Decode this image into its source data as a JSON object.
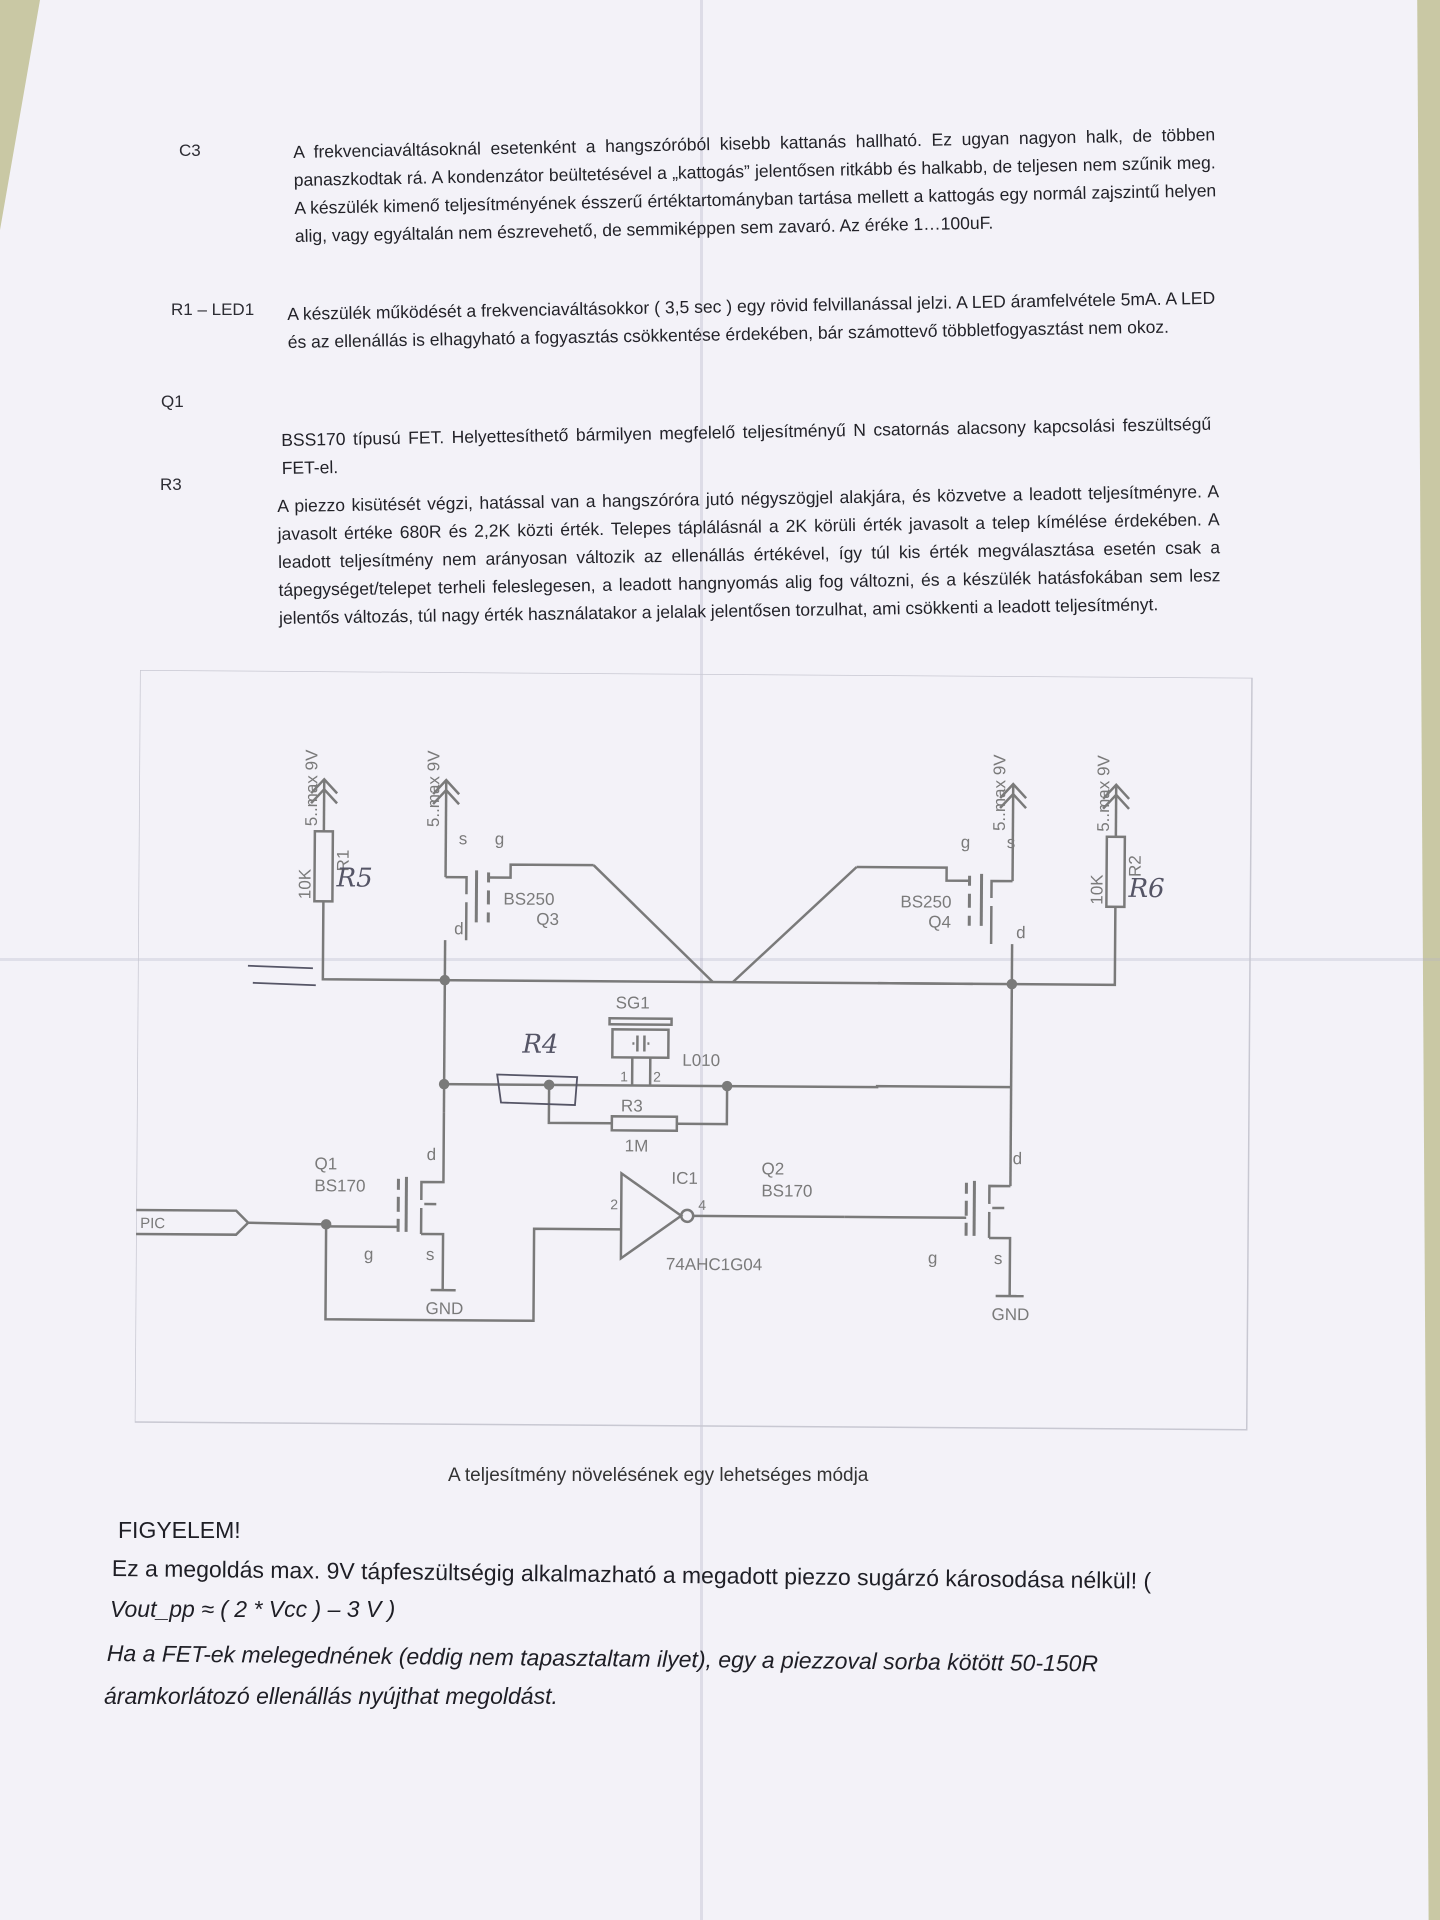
{
  "sections": [
    {
      "label": "C3",
      "text": "A frekvenciaváltásoknál esetenként a hangszóróból kisebb kattanás hallható. Ez ugyan nagyon halk, de többen panaszkodtak rá. A kondenzátor beültetésével a „kattogás” jelentősen ritkább és halkabb, de teljesen nem szűnik meg. A készülék kimenő teljesítményének ésszerű értéktartományban tartása mellett a kattogás egy normál zajszintű helyen alig, vagy egyáltalán nem észrevehető, de semmiképpen sem zavaró. Az éréke 1…100uF."
    },
    {
      "label": "R1 – LED1",
      "text": "A készülék működését a frekvenciaváltásokkor ( 3,5 sec ) egy rövid felvillanással jelzi. A LED áramfelvétele 5mA. A LED és az ellenállás is elhagyható a fogyasztás csökkentése érdekében, bár számottevő többletfogyasztást nem okoz."
    },
    {
      "label": "Q1",
      "text": "BSS170 típusú FET. Helyettesíthető bármilyen megfelelő teljesítményű N csatornás alacsony kapcsolási feszültségű FET-el."
    },
    {
      "label": "R3",
      "text": "A piezzo kisütését végzi, hatással van a hangszóróra jutó négyszögjel alakjára, és közvetve a leadott teljesítményre. A javasolt értéke 680R és 2,2K közti érték. Telepes táplálásnál a 2K körüli érték javasolt a telep kímélése érdekében. A leadott teljesítmény nem arányosan változik az ellenállás értékével, így túl kis érték megválasztása esetén csak a tápegységet/telepet terheli feleslegesen, a leadott hangnyomás alig fog változni, és a készülék hatásfokában sem lesz jelentős változás, túl nagy érték használatakor a jelalak jelentősen torzulhat, ami csökkenti a leadott teljesítményt."
    }
  ],
  "schematic": {
    "supply": "5..max 9V",
    "r1_value": "10K",
    "r1_name": "R1",
    "r1_hand": "R5",
    "r2_value": "10K",
    "r2_name": "R2",
    "r2_hand": "R6",
    "q3_type": "BS250",
    "q3_name": "Q3",
    "q4_type": "BS250",
    "q4_name": "Q4",
    "pin_s": "s",
    "pin_g": "g",
    "pin_d": "d",
    "sg1_name": "SG1",
    "sg1_type": "L010",
    "pin1": "1",
    "pin2": "2",
    "r4_hand": "R4",
    "r3_name": "R3",
    "r3_value": "1M",
    "q1_name": "Q1",
    "q1_type": "BS170",
    "q2_name": "Q2",
    "q2_type": "BS170",
    "ic_name": "IC1",
    "ic_type": "74AHC1G04",
    "ic_pin_in": "2",
    "ic_pin_out": "4",
    "input_label": "PIC",
    "gnd": "GND"
  },
  "caption": "A teljesítmény növelésének egy lehetséges módja",
  "warning": {
    "title": "FIGYELEM!",
    "line1": "Ez a megoldás max. 9V tápfeszültségig alkalmazható a megadott piezzo sugárzó károsodása nélkül!  (",
    "line2": "Vout_pp ≈ ( 2 * Vcc ) – 3 V )",
    "line3": "Ha a FET-ek melegednének (eddig nem tapasztaltam ilyet), egy a piezzoval sorba kötött 50-150R",
    "line4": "áramkorlátozó ellenállás nyújthat megoldást."
  },
  "colors": {
    "paper": "#f3f2f8",
    "background": "#c9c8a6",
    "ink": "#222228",
    "schematic": "#7a7a7a",
    "pencil": "#555566"
  }
}
